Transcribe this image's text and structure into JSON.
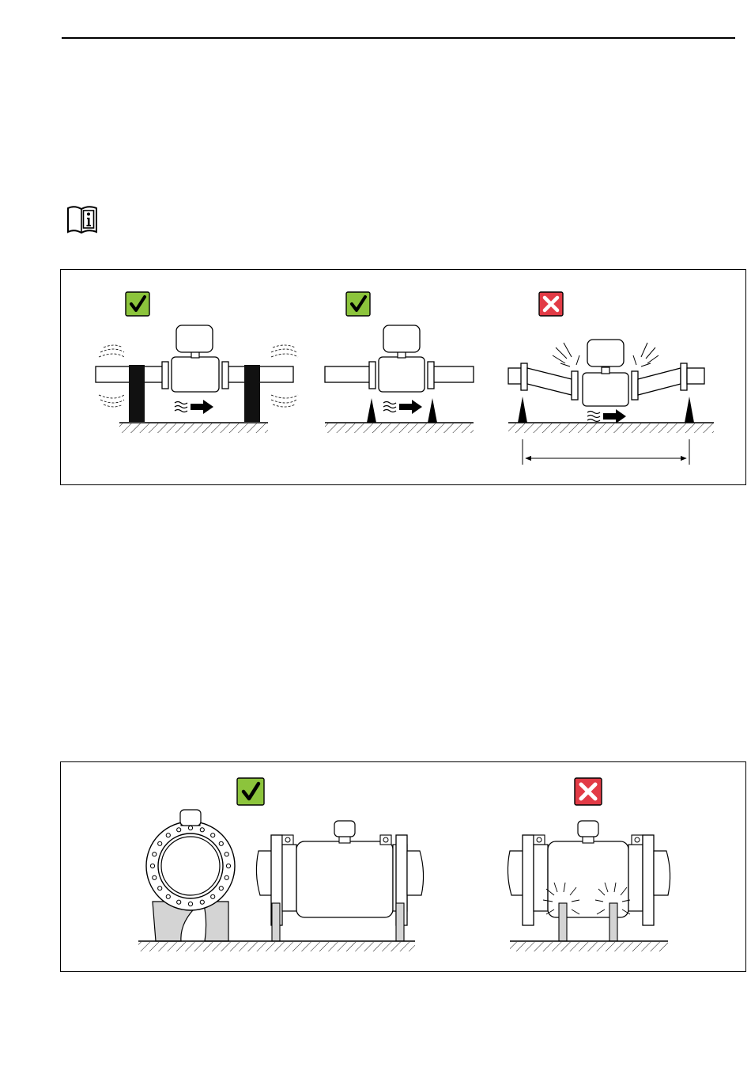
{
  "colors": {
    "ok_badge": "#8cc43c",
    "bad_badge": "#e23b46",
    "support_fill": "#d4d4d4",
    "line": "#000000"
  },
  "icons": {
    "note": "book-info-icon",
    "ok": "green-check-icon",
    "bad": "red-cross-icon",
    "flow": "flow-direction-icon"
  },
  "figure_vibration": {
    "panels": [
      "ok",
      "ok",
      "bad"
    ]
  },
  "figure_large_support": {
    "panels": [
      "ok",
      "bad"
    ]
  }
}
